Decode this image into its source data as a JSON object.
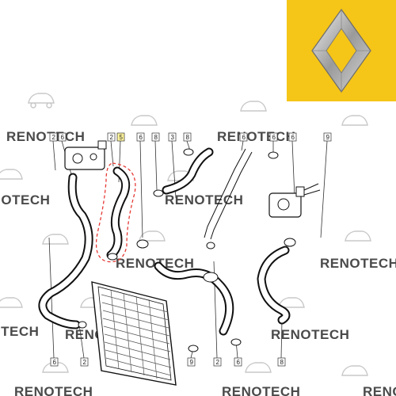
{
  "brand": {
    "logo_icon": "renault-diamond-icon",
    "panel_color": "#f5c518"
  },
  "watermark": {
    "text": "RENOTECH",
    "icon": "car-silhouette-icon",
    "color": "#4a4a4a"
  },
  "callouts": {
    "top": [
      "2",
      "6",
      "2",
      "5",
      "6",
      "8",
      "3",
      "8",
      "6",
      "6",
      "6",
      "9"
    ],
    "bottom": [
      "6",
      "2",
      "9",
      "2",
      "6",
      "8"
    ],
    "highlighted": "5"
  },
  "highlight": {
    "color": "#e53935",
    "style": "dashed"
  }
}
